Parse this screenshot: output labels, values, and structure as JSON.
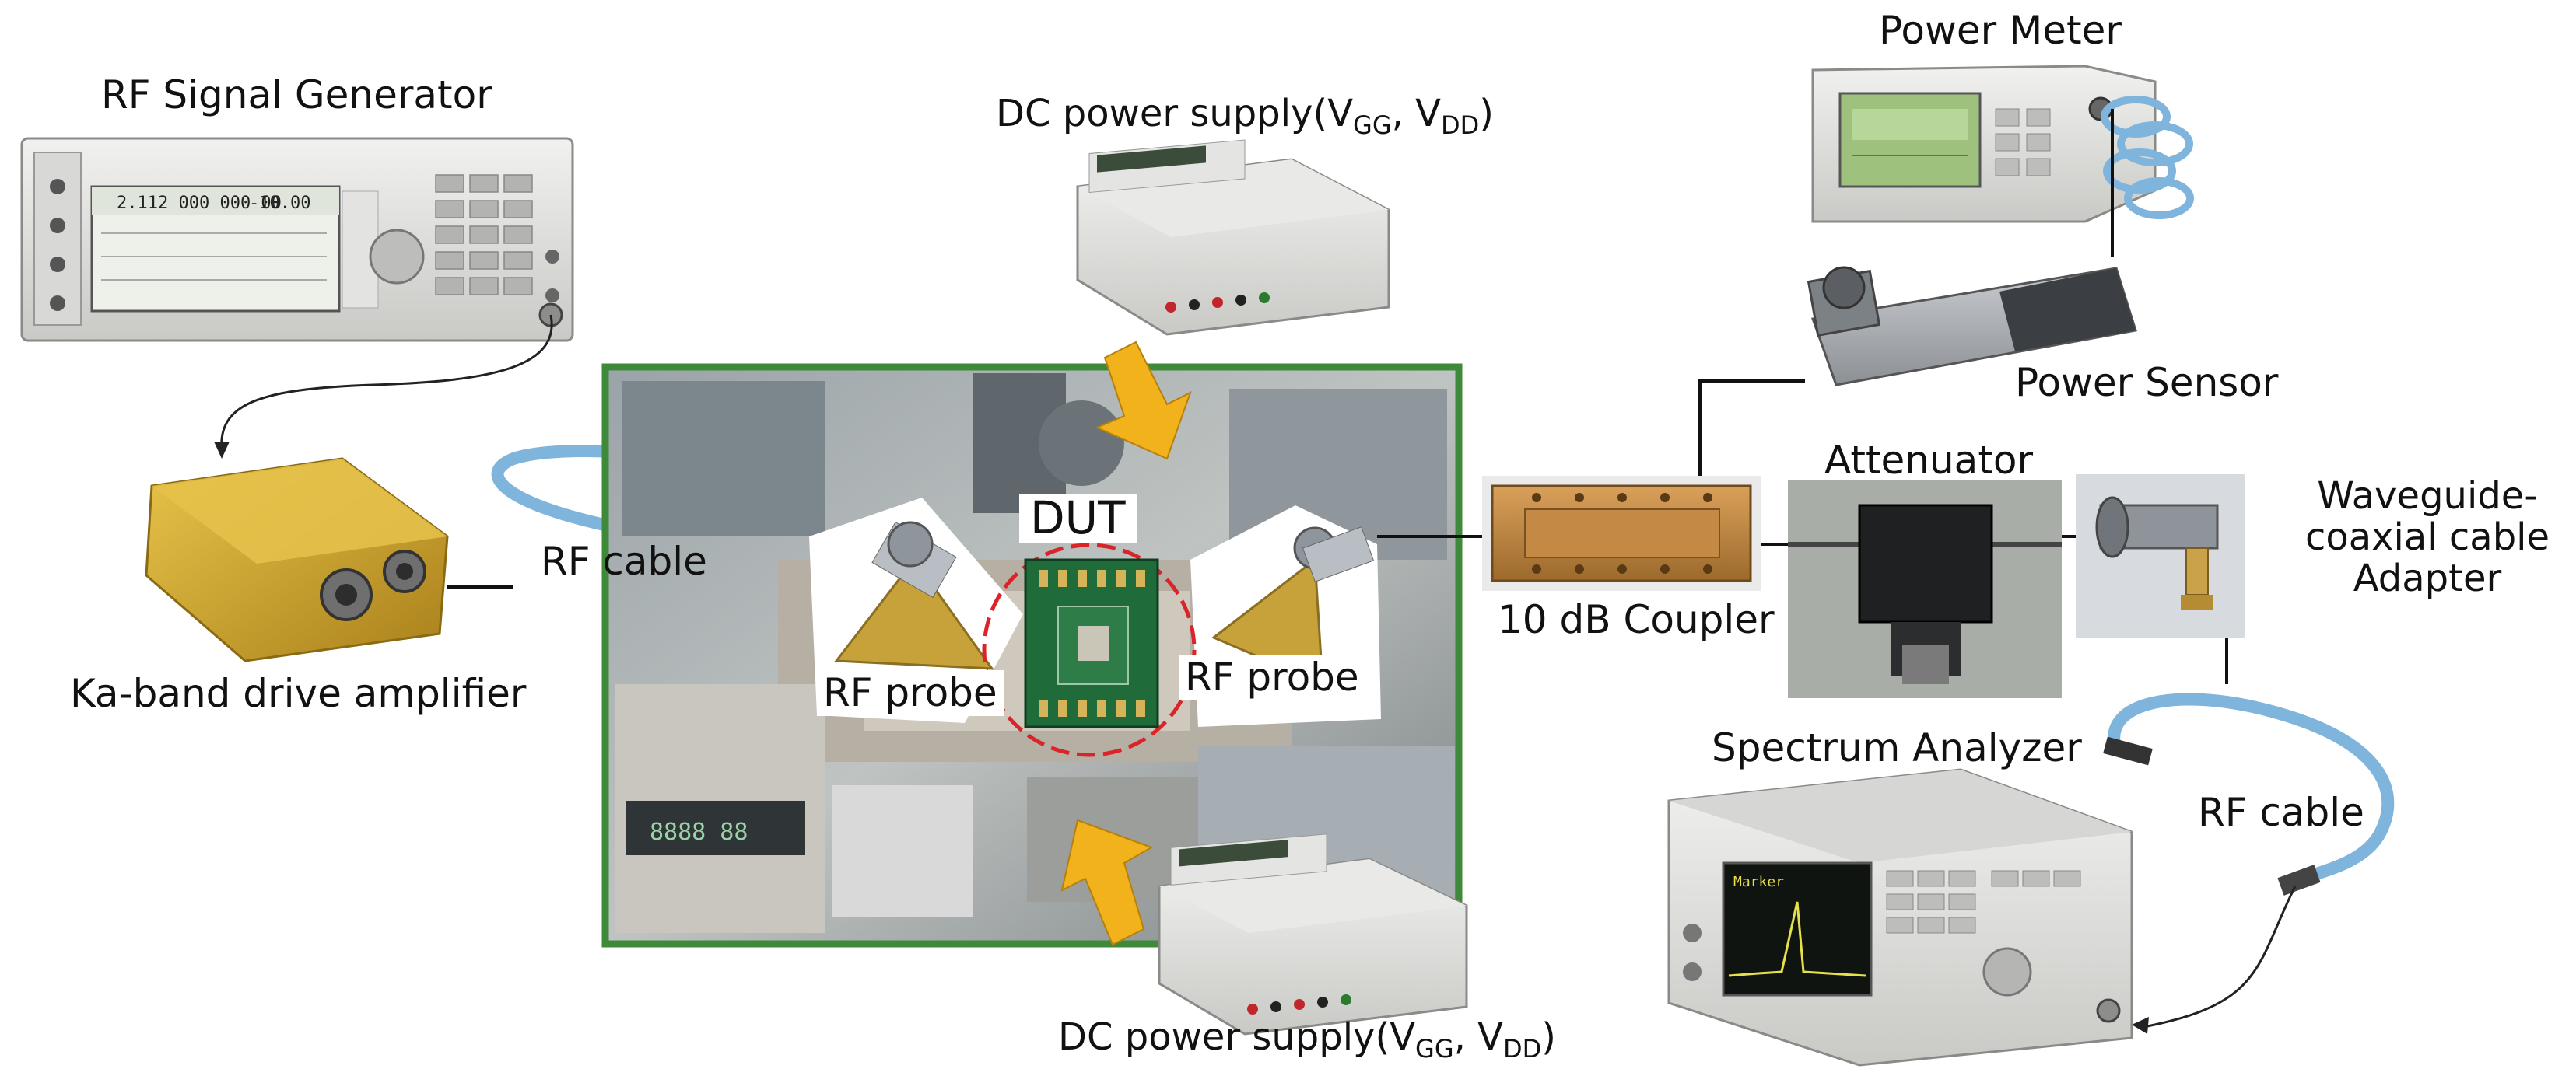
{
  "labels": {
    "rf_signal_generator": "RF Signal Generator",
    "dc_supply_top": {
      "prefix": "DC power supply(V",
      "sub1": "GG",
      "mid": ", V",
      "sub2": "DD",
      "suffix": ")"
    },
    "dc_supply_bottom": {
      "prefix": "DC power supply(V",
      "sub1": "GG",
      "mid": ", V",
      "sub2": "DD",
      "suffix": ")"
    },
    "power_meter": "Power Meter",
    "power_sensor": "Power Sensor",
    "attenuator": "Attenuator",
    "waveguide_adapter": [
      "Waveguide-",
      "coaxial cable",
      "Adapter"
    ],
    "coupler": "10 dB Coupler",
    "spectrum_analyzer": "Spectrum Analyzer",
    "rf_cable_left": "RF cable",
    "rf_cable_right": "RF cable",
    "drive_amplifier": "Ka-band drive amplifier",
    "dut": "DUT",
    "rf_probe_left": "RF probe",
    "rf_probe_right": "RF probe"
  },
  "instruments": {
    "signal_generator_display": "2.112 000 000 00",
    "signal_generator_level": "-10.00",
    "spectrum_marker": "Marker"
  },
  "colors": {
    "photo_frame": "#3f8a3a",
    "arrow": "#f2b21c",
    "dut_ring": "#d9242a",
    "cable_blue": "#7fb4dc",
    "amplifier_gold": "#cfa52a"
  }
}
